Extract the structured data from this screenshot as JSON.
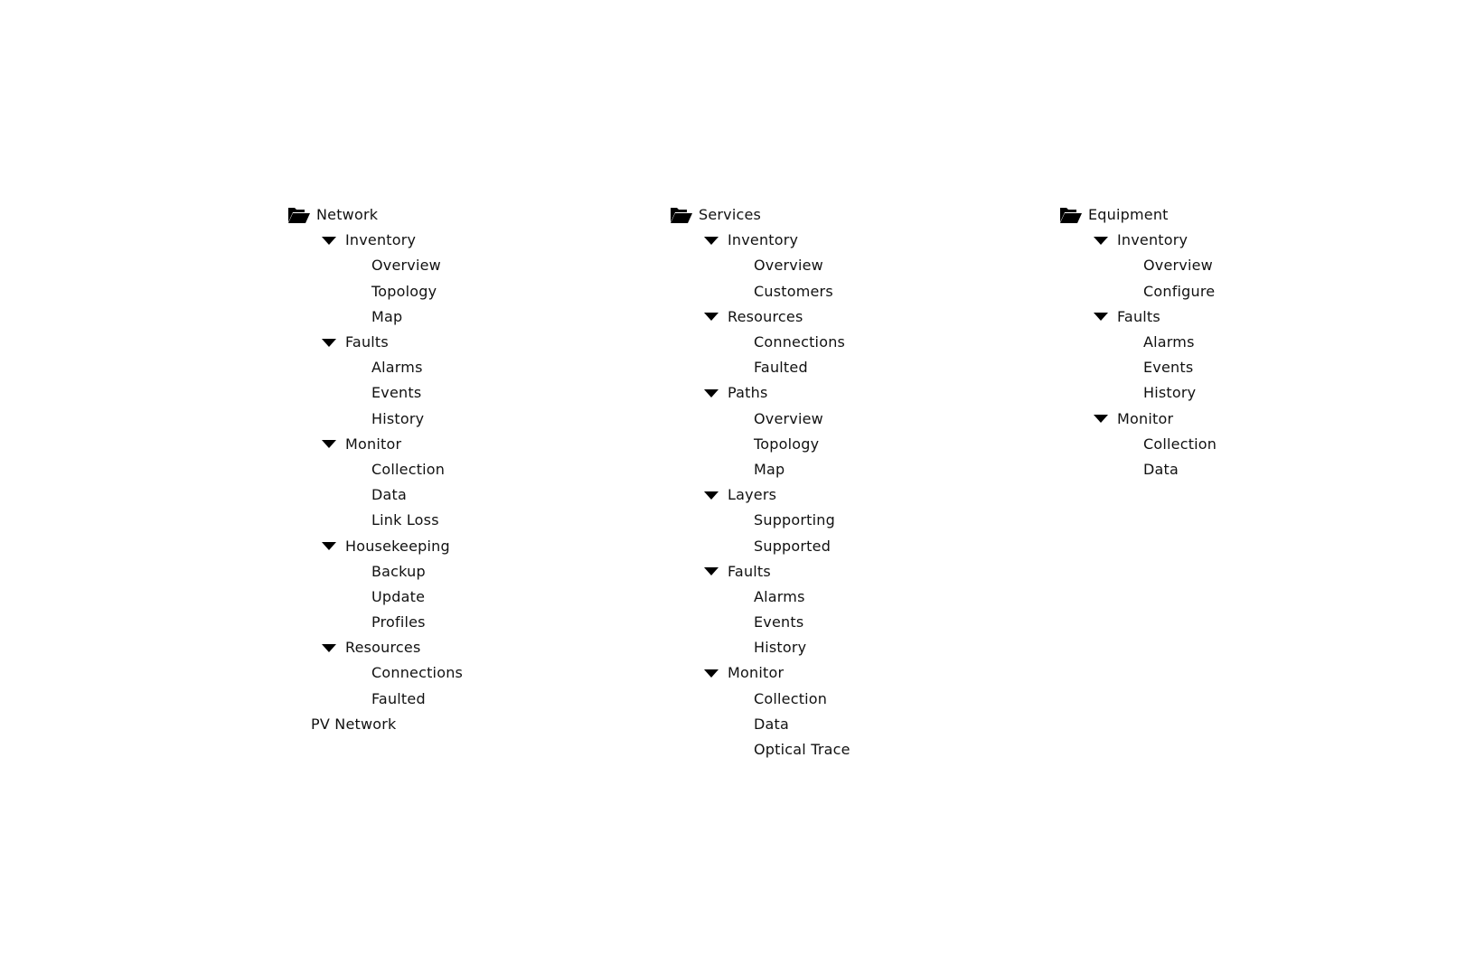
{
  "trees": [
    {
      "id": "network",
      "root": "Network",
      "groups": [
        {
          "label": "Inventory",
          "items": [
            "Overview",
            "Topology",
            "Map"
          ]
        },
        {
          "label": "Faults",
          "items": [
            "Alarms",
            "Events",
            "History"
          ]
        },
        {
          "label": "Monitor",
          "items": [
            "Collection",
            "Data",
            "Link Loss"
          ]
        },
        {
          "label": "Housekeeping",
          "items": [
            "Backup",
            "Update",
            "Profiles"
          ]
        },
        {
          "label": "Resources",
          "items": [
            "Connections",
            "Faulted"
          ]
        }
      ],
      "extra_root": "PV Network"
    },
    {
      "id": "services",
      "root": "Services",
      "groups": [
        {
          "label": "Inventory",
          "items": [
            "Overview",
            "Customers"
          ]
        },
        {
          "label": "Resources",
          "items": [
            "Connections",
            "Faulted"
          ]
        },
        {
          "label": "Paths",
          "items": [
            "Overview",
            "Topology",
            "Map"
          ]
        },
        {
          "label": "Layers",
          "items": [
            "Supporting",
            "Supported"
          ]
        },
        {
          "label": "Faults",
          "items": [
            "Alarms",
            "Events",
            "History"
          ]
        },
        {
          "label": "Monitor",
          "items": [
            "Collection",
            "Data",
            "Optical Trace"
          ]
        }
      ]
    },
    {
      "id": "equipment",
      "root": "Equipment",
      "groups": [
        {
          "label": "Inventory",
          "items": [
            "Overview",
            "Configure"
          ]
        },
        {
          "label": "Faults",
          "items": [
            "Alarms",
            "Events",
            "History"
          ]
        },
        {
          "label": "Monitor",
          "items": [
            "Collection",
            "Data"
          ]
        }
      ]
    }
  ],
  "icons": {
    "root": "folder-open-icon",
    "group": "caret-down-icon"
  }
}
